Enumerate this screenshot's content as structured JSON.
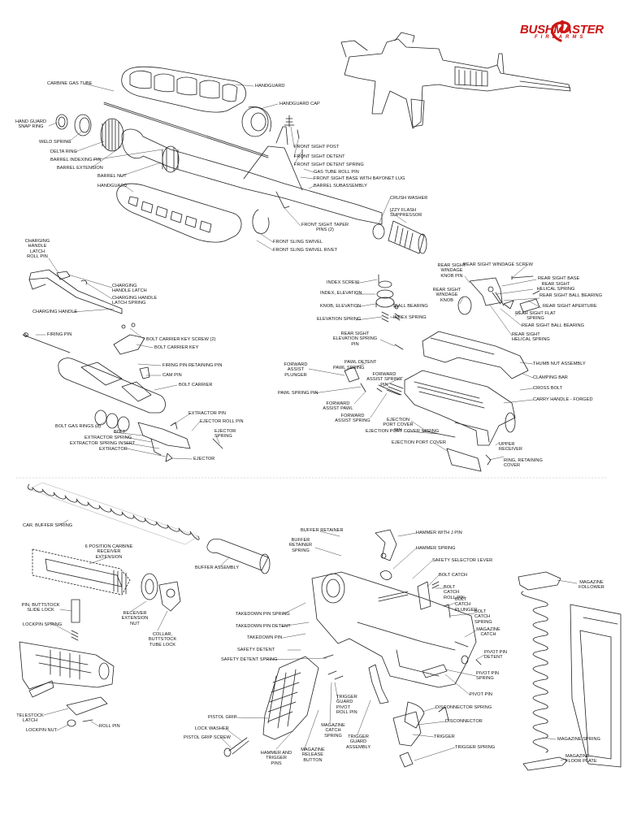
{
  "brand": {
    "name": "BUSHMASTER",
    "sub": "FIREARMS",
    "color": "#cc1515"
  },
  "labels": {
    "carbine_gas_tube": "CARBINE GAS TUBE",
    "handguard_top": "HANDGUARD",
    "handguard_cap": "HANDGUARD CAP",
    "hand_guard_snap_ring": "HAND GUARD SNAP RING",
    "weld_spring": "WELD SPRING",
    "delta_ring": "DELTA RING",
    "barrel_indexing_pin": "BARREL INDEXING PIN",
    "barrel_extension": "BARREL EXTENSION",
    "barrel_nut": "BARREL NUT",
    "handguard_bottom": "HANDGUARD",
    "front_sight_post": "FRONT SIGHT POST",
    "front_sight_detent": "FRONT SIGHT DETENT",
    "front_sight_detent_spring": "FRONT SIGHT DETENT SPRING",
    "gas_tube_roll_pin": "GAS TUBE ROLL PIN",
    "front_sight_base": "FRONT SIGHT BASE WITH BAYONET LUG",
    "barrel_subassembly": "BARREL SUBASSEMBLY",
    "crush_washer": "CRUSH WASHER",
    "izzy_flash_suppressor": "IZZY FLASH SUPPRESSOR",
    "front_sight_taper_pins": "FRONT SIGHT TAPER PINS (2)",
    "front_sling_swivel": "FRONT SLING SWIVEL",
    "front_sling_swivel_rivet": "FRONT SLING SWIVEL RIVET",
    "charging_handle_latch_roll_pin": "CHARGING HANDLE LATCH ROLL PIN",
    "charging_handle_latch": "CHARGING HANDLE LATCH",
    "charging_handle_latch_spring": "CHARGING HANDLE LATCH SPRING",
    "charging_handle": "CHARGING HANDLE",
    "firing_pin": "FIRING PIN",
    "bolt_carrier_key_screw": "BOLT CARRIER KEY SCREW (2)",
    "bolt_carrier_key": "BOLT CARRIER KEY",
    "firing_pin_retaining_pin": "FIRING PIN RETAINING PIN",
    "cam_pin": "CAM PIN",
    "bolt_carrier": "BOLT CARRIER",
    "extractor_pin": "EXTRACTOR PIN",
    "ejector_roll_pin": "EJECTOR ROLL PIN",
    "bolt_gas_rings": "BOLT GAS RINGS (3)",
    "bolt": "BOLT",
    "extractor_spring": "EXTRACTOR SPRING",
    "extractor_spring_insert": "EXTRACTOR SPRING INSERT",
    "extractor": "EXTRACTOR",
    "ejector_spring": "EJECTOR SPRING",
    "ejector": "EJECTOR",
    "index_screw": "INDEX SCREW",
    "index_elevation": "INDEX, ELEVATION",
    "knob_elevation": "KNOB, ELEVATION",
    "ball_bearing": "BALL BEARING",
    "elevation_spring": "ELEVATION SPRING",
    "index_spring": "INDEX SPRING",
    "rear_sight_elevation_spring_pin": "REAR SIGHT ELEVATION SPRING PIN",
    "rear_sight_windage_knob_pin": "REAR SIGHT WINDAGE KNOB PIN",
    "rear_sight_windage_knob": "REAR SIGHT WINDAGE KNOB",
    "rear_sight_windage_screw": "REAR SIGHT WINDAGE SCREW",
    "rear_sight_base": "REAR SIGHT BASE",
    "rear_sight_helical_spring_top": "REAR SIGHT HELICAL SPRING",
    "rear_sight_ball_bearing_top": "REAR SIGHT BALL BEARING",
    "rear_sight_aperture": "REAR SIGHT APERTURE",
    "rear_sight_flat_spring": "REAR SIGHT FLAT SPRING",
    "rear_sight_ball_bearing": "REAR SIGHT BALL BEARING",
    "rear_sight_helical_spring": "REAR SIGHT HELICAL SPRING",
    "thumb_nut_assembly": "THUMB NUT ASSEMBLY",
    "clamping_bar": "CLAMPING BAR",
    "cross_bolt": "CROSS BOLT",
    "carry_handle_forged": "CARRY HANDLE - FORGED",
    "pawl_detent": "PAWL DETENT",
    "pawl_spring": "PAWL SPRING",
    "forward_assist_plunger": "FORWARD ASSIST PLUNGER",
    "forward_assist_spring_pin": "FORWARD ASSIST SPRING PIN",
    "pawl_spring_pin": "PAWL SPRING PIN",
    "forward_assist_pawl": "FORWARD ASSIST PAWL",
    "forward_assist_spring": "FORWARD ASSIST SPRING",
    "ejection_port_cover_pin": "EJECTION PORT COVER PIN",
    "ejection_port_cover_spring": "EJECTION PORT COVER SPRING",
    "ejection_port_cover": "EJECTION PORT COVER",
    "upper_receiver": "UPPER RECEIVER",
    "ring_retaining_cover": "RING, RETAINING COVER",
    "car_buffer_spring": "CAR. BUFFER SPRING",
    "receiver_extension": "6 POSITION CARBINE RECEIVER EXTENSION",
    "buffer_assembly": "BUFFER ASSEMBLY",
    "receiver_extension_nut": "RECEIVER EXTENSION NUT",
    "collar_buttstock_tube_lock": "COLLAR, BUTTSTOCK TUBE LOCK",
    "pin_buttstock_slide_lock": "PIN, BUTTSTOCK SLIDE LOCK",
    "lockpin_spring": "LOCKPIN SPRING",
    "telestock_latch": "TELESTOCK LATCH",
    "lockpin_nut": "LOCKPIN NUT",
    "roll_pin": "ROLL PIN",
    "buffer_retainer": "BUFFER RETAINER",
    "buffer_retainer_spring": "BUFFER RETAINER SPRING",
    "hammer_with_j_pin": "HAMMER WITH J PIN",
    "hammer_spring": "HAMMER SPRING",
    "safety_selector_lever": "SAFETY SELECTOR LEVER",
    "bolt_catch": "BOLT CATCH",
    "bolt_catch_roll_pin": "BOLT CATCH ROLL PIN",
    "bolt_catch_plunger": "BOLT CATCH PLUNGER",
    "bolt_catch_spring": "BOLT CATCH SPRING",
    "magazine_catch": "MAGAZINE CATCH",
    "takedown_pin_spring": "TAKEDOWN PIN SPRING",
    "takedown_pin_detent": "TAKEDOWN PIN DETENT",
    "takedown_pin": "TAKEDOWN PIN",
    "safety_detent": "SAFETY DETENT",
    "safety_detent_spring": "SAFETY DETENT SPRING",
    "pivot_pin_detent": "PIVOT PIN DETENT",
    "pivot_pin_spring": "PIVOT PIN SPRING",
    "pivot_pin": "PIVOT PIN",
    "trigger_guard_pivot_roll_pin": "TRIGGER GUARD PIVOT ROLL PIN",
    "disconnector_spring": "DISCONNECTOR SPRING",
    "disconnector": "DISCONNECTOR",
    "trigger": "TRIGGER",
    "trigger_spring": "TRIGGER SPRING",
    "pistol_grip": "PISTOL GRIP",
    "lock_washer": "LOCK WASHER",
    "pistol_grip_screw": "PISTOL GRIP SCREW",
    "hammer_and_trigger_pins": "HAMMER AND TRIGGER PINS",
    "magazine_release_button": "MAGAZINE RELEASE BUTTON",
    "magazine_catch_spring": "MAGAZINE CATCH SPRING",
    "trigger_guard_assembly": "TRIGGER GUARD ASSEMBLY",
    "magazine_follower": "MAGAZINE FOLLOWER",
    "magazine_spring": "MAGAZINE SPRING",
    "magazine_floor_plate": "MAGAZINE FLOOR PLATE"
  }
}
